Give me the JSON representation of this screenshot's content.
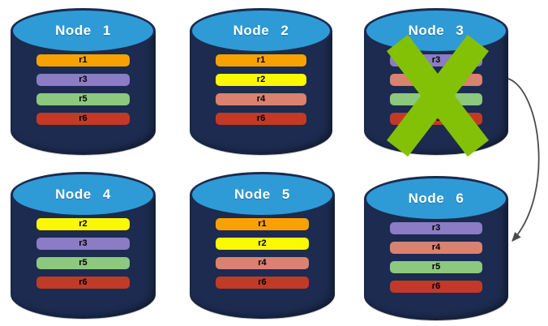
{
  "diagram": {
    "description": "Replica placement across six database nodes; Node 3 has failed (green X) and its replicas are redirected to Node 6",
    "palette": {
      "cylinder_body": "#1C2B4F",
      "cylinder_top": "#2E9BD6",
      "title_text": "#FFFFFF",
      "bar_text": "#000000",
      "failure_x": "#83C106",
      "arrow": "#4B4B4B",
      "background": "#FFFFFF"
    },
    "replica_colors": {
      "r1": "#F8A202",
      "r2": "#FBF900",
      "r3": "#8B7CC5",
      "r4": "#DA8170",
      "r5": "#8CC87E",
      "r6": "#C13A28"
    },
    "nodes": [
      {
        "name": "Node 1",
        "failed": false,
        "replicas": [
          "r1",
          "r3",
          "r5",
          "r6"
        ]
      },
      {
        "name": "Node 2",
        "failed": false,
        "replicas": [
          "r1",
          "r2",
          "r4",
          "r6"
        ]
      },
      {
        "name": "Node 3",
        "failed": true,
        "replicas": [
          "r3",
          "r4",
          "r5",
          "r6"
        ]
      },
      {
        "name": "Node 4",
        "failed": false,
        "replicas": [
          "r2",
          "r3",
          "r5",
          "r6"
        ]
      },
      {
        "name": "Node 5",
        "failed": false,
        "replicas": [
          "r1",
          "r2",
          "r4",
          "r6"
        ]
      },
      {
        "name": "Node 6",
        "failed": false,
        "replicas": [
          "r3",
          "r4",
          "r5",
          "r6"
        ]
      }
    ],
    "arrow": {
      "from": "Node 3",
      "to": "Node 6"
    }
  }
}
